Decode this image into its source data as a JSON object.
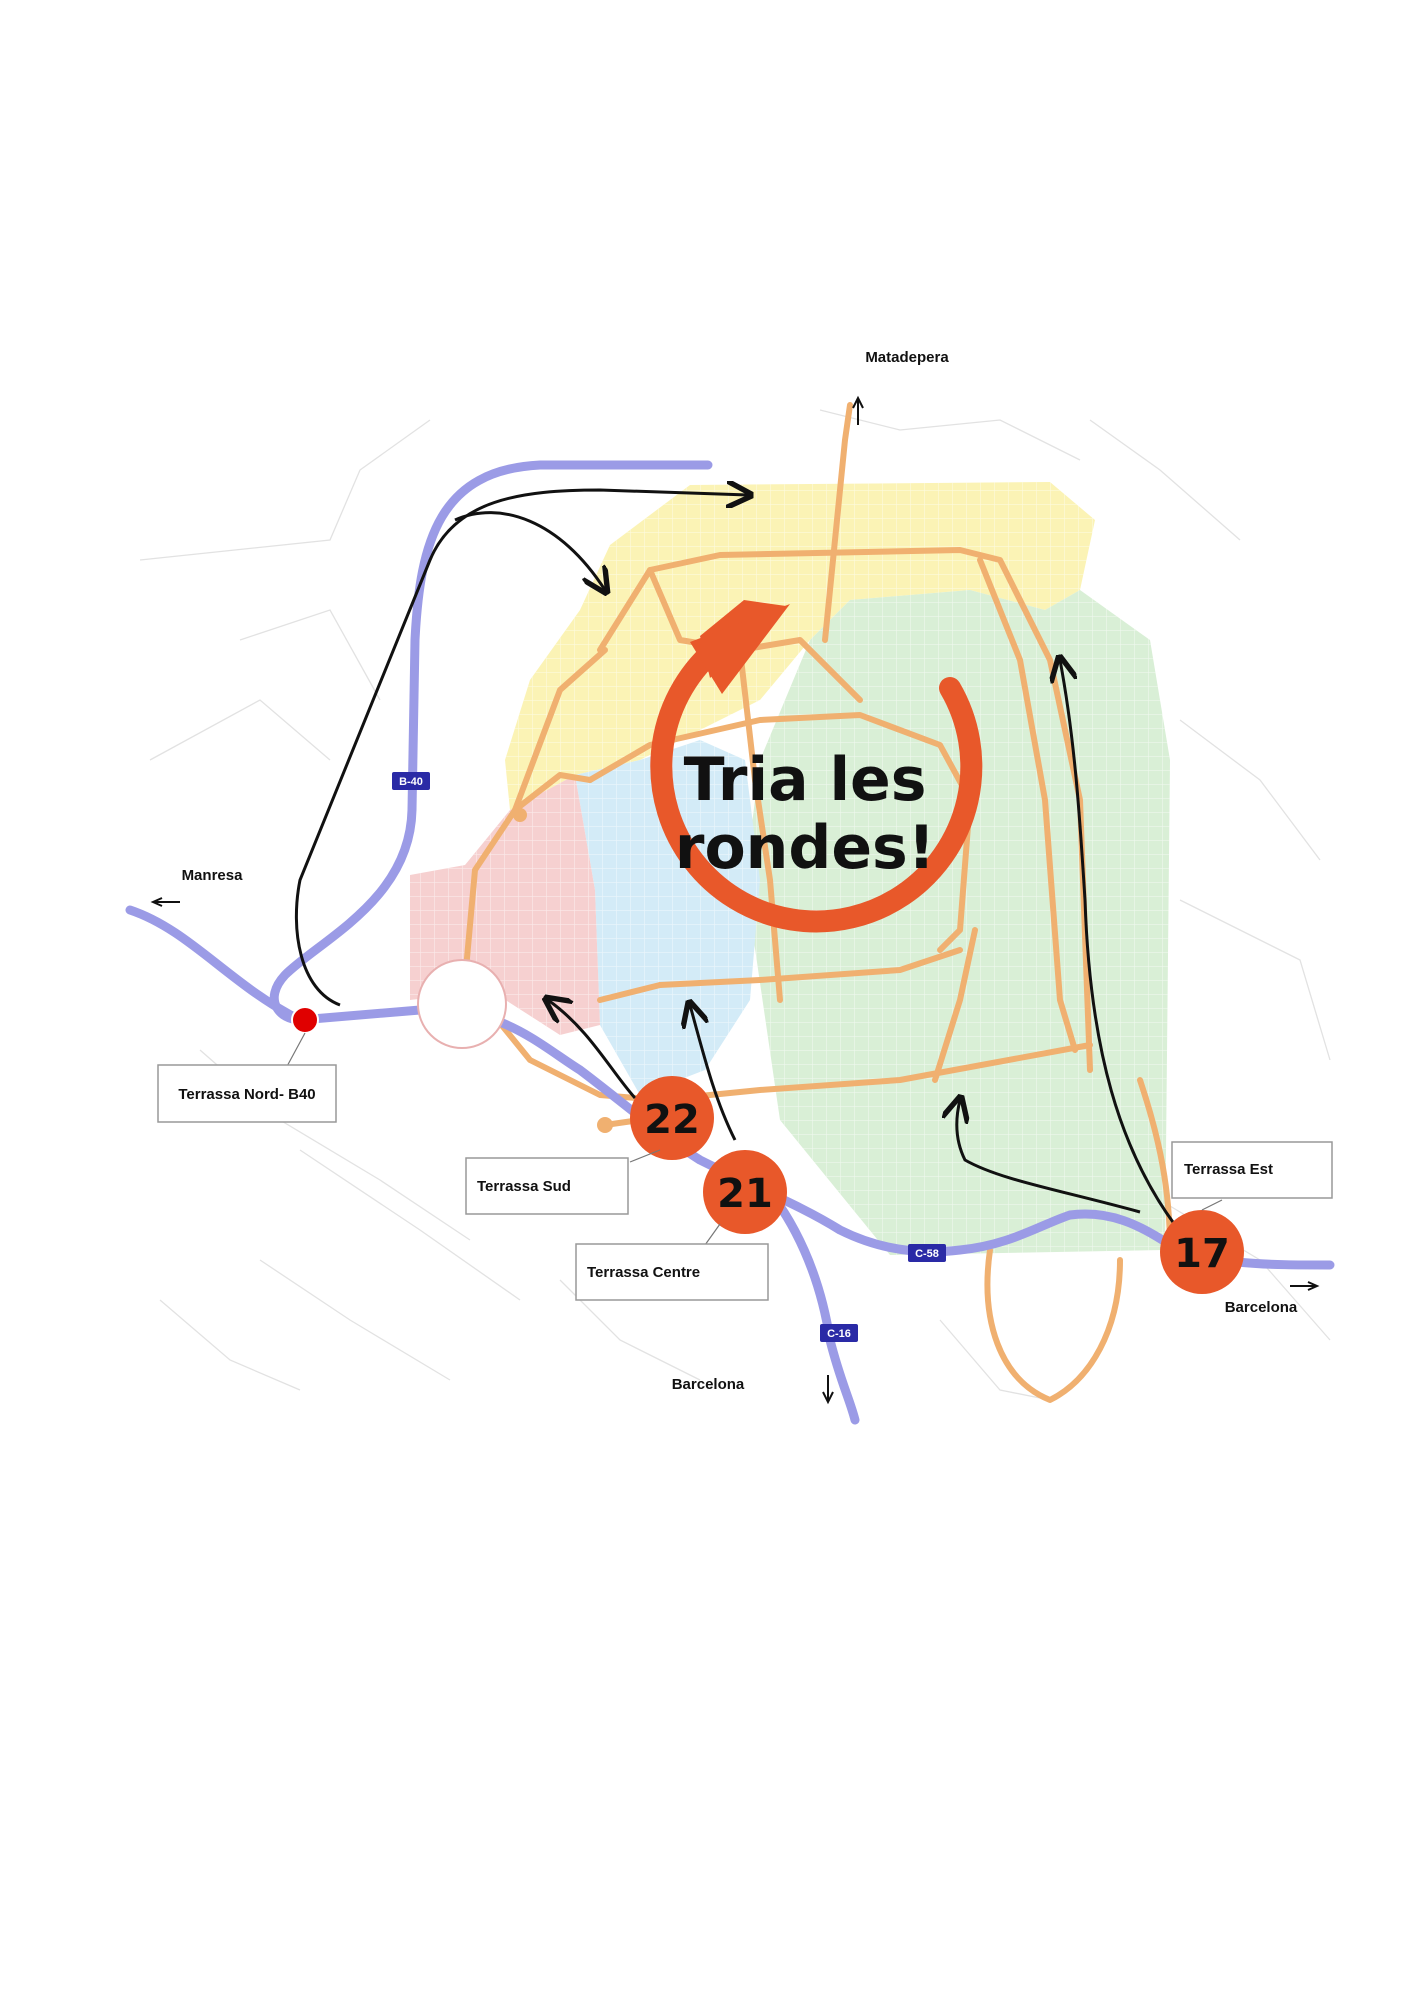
{
  "headline": {
    "line1": "Tria les",
    "line2": "rondes!"
  },
  "places": {
    "north": "Matadepera",
    "west": "Manresa",
    "south": "Barcelona",
    "east": "Barcelona"
  },
  "exits": {
    "nord": "Terrassa Nord- B40",
    "sud": "Terrassa Sud",
    "centre": "Terrassa Centre",
    "est": "Terrassa Est"
  },
  "exit_numbers": {
    "e22": "22",
    "e21": "21",
    "e17": "17"
  },
  "highways": {
    "b40": "B-40",
    "c58": "C-58",
    "c16": "C-16"
  },
  "colors": {
    "highway": "#9b9be6",
    "accent_orange": "#e8582a",
    "road": "#f0b070",
    "zone_yellow": "#fbf3b5",
    "zone_green": "#d9efd6",
    "zone_blue": "#d3ebf7",
    "zone_pink": "#f6d0d0",
    "exit_dot": "#e00000"
  },
  "icons": [
    "arrow-up-icon",
    "arrow-down-icon",
    "arrow-left-icon",
    "arrow-right-icon",
    "circular-arrow-icon"
  ]
}
